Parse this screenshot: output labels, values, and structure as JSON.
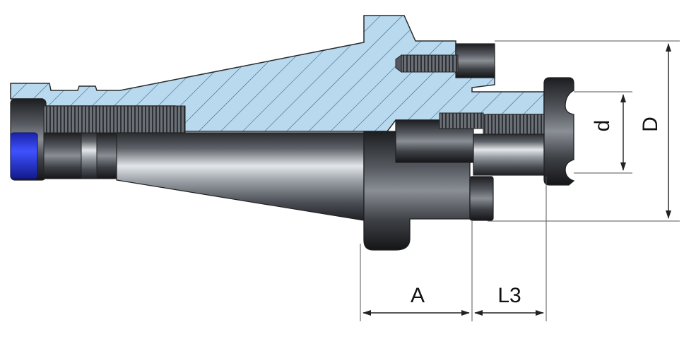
{
  "diagram": {
    "dimensions": {
      "A": "A",
      "L3": "L3",
      "d": "d",
      "D": "D"
    },
    "colors": {
      "section_fill": "#b9d9ee",
      "hatch": "#2f6a96",
      "outline": "#2b2b2b",
      "metal_dark": "#2c2e33",
      "metal_mid": "#6f747b",
      "metal_light": "#dfe3e7",
      "accent_blue": "#1f2fd8",
      "dimension_line": "#222222"
    }
  }
}
